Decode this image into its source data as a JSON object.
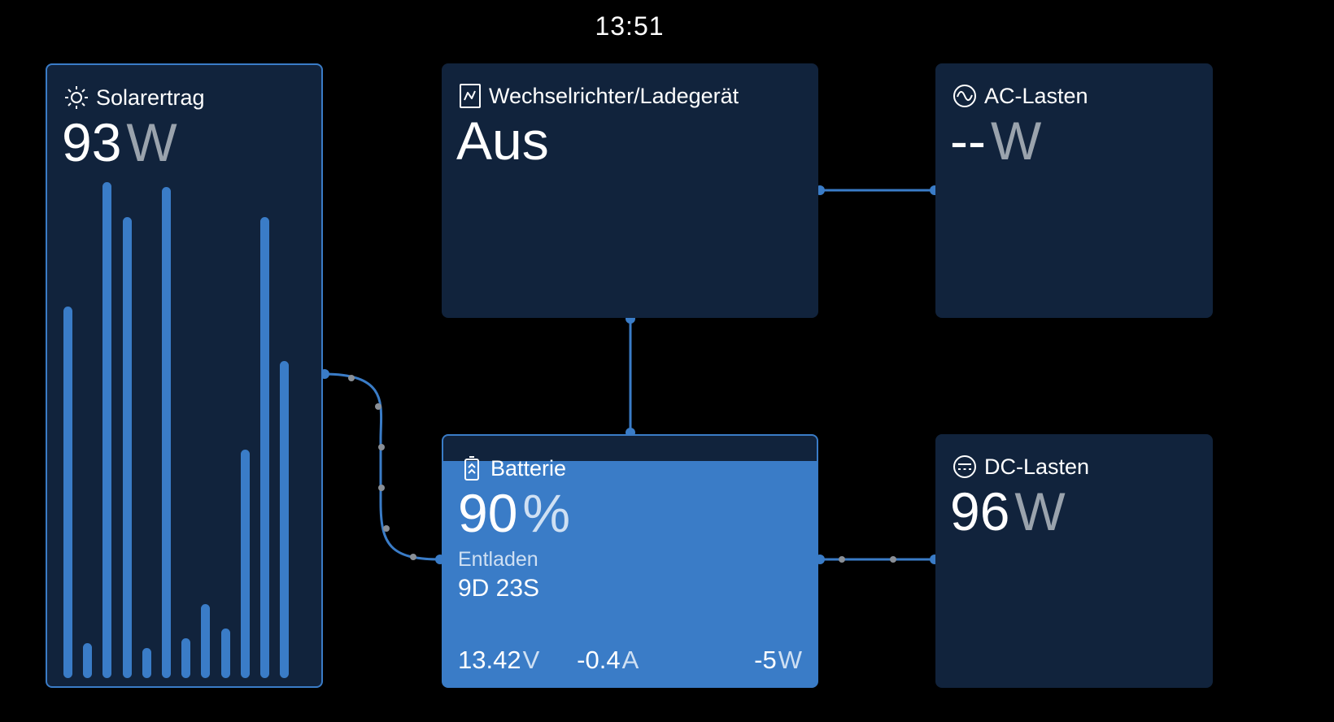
{
  "clock": "13:51",
  "solar": {
    "title": "Solarertrag",
    "value": "93",
    "unit": "W",
    "history_fraction": [
      0.75,
      0.07,
      1.0,
      0.93,
      0.06,
      0.99,
      0.08,
      0.15,
      0.1,
      0.46,
      0.93,
      0.64
    ]
  },
  "inverter": {
    "title": "Wechselrichter/Ladegerät",
    "state": "Aus"
  },
  "ac_loads": {
    "title": "AC-Lasten",
    "value": "--",
    "unit": "W"
  },
  "battery": {
    "title": "Batterie",
    "soc": "90",
    "soc_unit": "%",
    "state": "Entladen",
    "time_to_go": "9D 23S",
    "voltage": "13.42",
    "voltage_unit": "V",
    "current": "-0.4",
    "current_unit": "A",
    "power": "-5",
    "power_unit": "W"
  },
  "dc_loads": {
    "title": "DC-Lasten",
    "value": "96",
    "unit": "W"
  },
  "colors": {
    "background": "#000000",
    "panel": "#11233c",
    "accent": "#3a7cc7",
    "unit_gray": "#9aa3ad"
  }
}
